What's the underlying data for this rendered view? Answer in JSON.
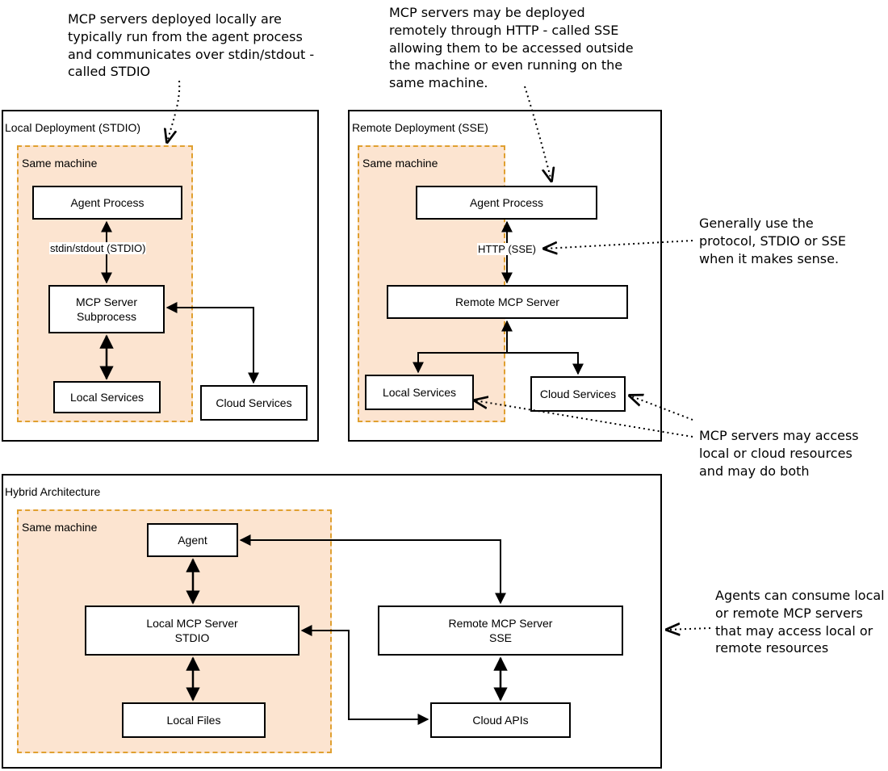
{
  "local": {
    "title": "Local Deployment (STDIO)",
    "machine": "Same machine",
    "agent": "Agent Process",
    "edge": "stdin/stdout (STDIO)",
    "server_line1": "MCP Server",
    "server_line2": "Subprocess",
    "local_services": "Local Services",
    "cloud_services": "Cloud Services"
  },
  "remote": {
    "title": "Remote Deployment (SSE)",
    "machine": "Same machine",
    "agent": "Agent Process",
    "edge": "HTTP (SSE)",
    "server": "Remote MCP Server",
    "local_services": "Local Services",
    "cloud_services": "Cloud Services"
  },
  "hybrid": {
    "title": "Hybrid Architecture",
    "machine": "Same machine",
    "agent": "Agent",
    "local_server_line1": "Local MCP Server",
    "local_server_line2": "STDIO",
    "remote_server_line1": "Remote MCP Server",
    "remote_server_line2": "SSE",
    "local_files": "Local Files",
    "cloud_apis": "Cloud APIs"
  },
  "notes": {
    "local": [
      "MCP servers deployed locally are",
      "typically run from the agent process",
      "and communicates over stdin/stdout -",
      "called STDIO"
    ],
    "remote": [
      "MCP servers may be deployed",
      "remotely through HTTP - called SSE",
      "allowing them to be accessed outside",
      "the machine or even running on the",
      "same machine."
    ],
    "protocol": [
      "Generally use the",
      "protocol, STDIO or SSE",
      "when it makes sense."
    ],
    "resources": [
      "MCP servers may access",
      "local or cloud resources",
      "and may do both"
    ],
    "hybrid": [
      "Agents can consume local",
      "or remote MCP servers",
      "that may access local or",
      "remote resources"
    ]
  }
}
